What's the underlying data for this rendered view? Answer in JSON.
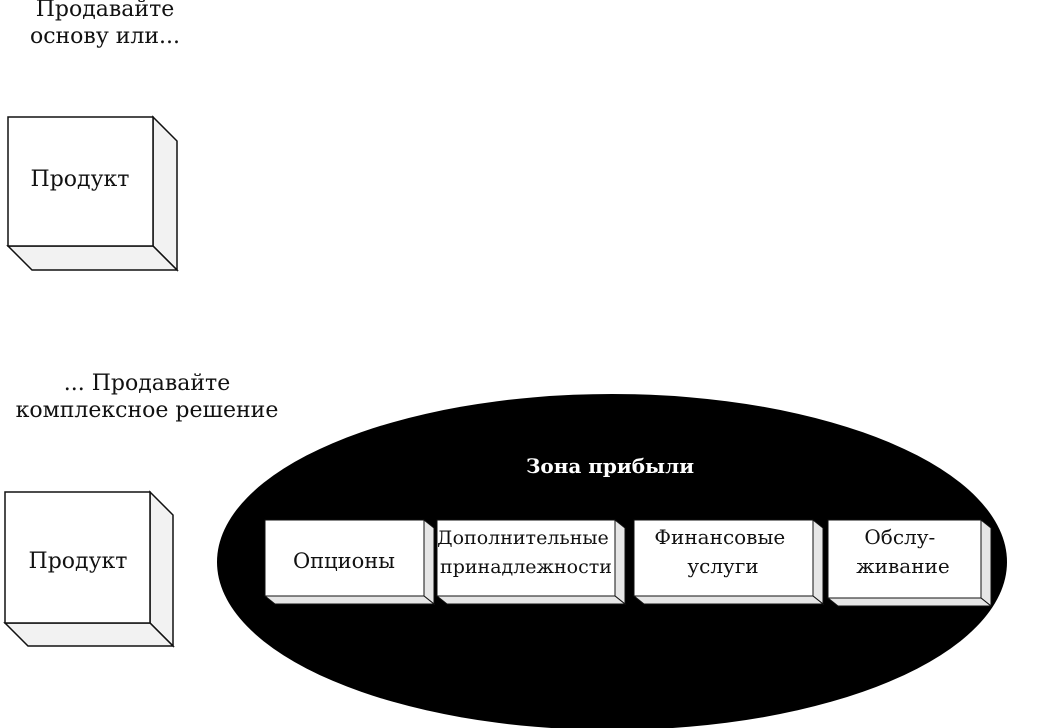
{
  "top_caption": {
    "line1": "Продавайте",
    "line2": "основу или..."
  },
  "top_box": {
    "label": "Продукт"
  },
  "bottom_caption": {
    "line1": "... Продавайте",
    "line2": "комплексное решение"
  },
  "bottom_box": {
    "label": "Продукт"
  },
  "profit_zone": {
    "title": "Зона прибыли",
    "items": [
      {
        "lines": [
          "Опционы"
        ]
      },
      {
        "lines": [
          "Дополнительные",
          "принадлежности"
        ]
      },
      {
        "lines": [
          "Финансовые",
          "услуги"
        ]
      },
      {
        "lines": [
          "Обслу-",
          "живание"
        ]
      }
    ]
  },
  "colors": {
    "ink": "#111111",
    "ellipse_fill": "#000000",
    "box_fill": "#ffffff",
    "box_side": "#f2f2f2"
  }
}
